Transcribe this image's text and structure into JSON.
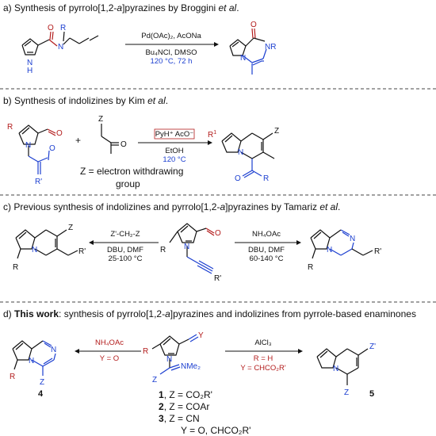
{
  "sections": {
    "a_prefix": "a) Synthesis of pyrrolo[1,2-",
    "a_italic": "a",
    "a_mid": "]pyrazines by Broggini ",
    "a_etal": "et al",
    "a_end": ".",
    "b_prefix": "b) Synthesis of indolizines by Kim ",
    "b_etal": "et al",
    "b_end": ".",
    "c_prefix": "c) Previous synthesis of indolizines and pyrrolo[1,2-",
    "c_italic": "a",
    "c_mid": "]pyrazines by Tamariz ",
    "c_etal": "et al",
    "c_end": ".",
    "d_prefix": "d) ",
    "d_bold": "This work",
    "d_rest": ": synthesis of pyrrolo[1,2-",
    "d_italic": "a",
    "d_end": "]pyrazines and indolizines from pyrrole-based enaminones"
  },
  "conditions": {
    "a_reagent": "Pd(OAc)₂, AcONa",
    "a_solvent": "Bu₄NCl, DMSO",
    "a_temp": "120 °C, 72 h",
    "b_reagent": "PyH⁺ AcO⁻",
    "b_solvent": "EtOH",
    "b_temp": "120 °C",
    "c_left_reagent": "Z'-CH₂-Z",
    "c_left_solvent": "DBU, DMF",
    "c_left_temp": "25-100 °C",
    "c_right_reagent": "NH₄OAc",
    "c_right_solvent": "DBU, DMF",
    "c_right_temp": "60-140 °C",
    "d_left_reagent": "NH₄OAc",
    "d_left_note": "Y = O",
    "d_right_reagent": "AlCl₃",
    "d_right_note1": "R = H",
    "d_right_note2": "Y = CHCO₂R'"
  },
  "labels": {
    "plus": "+",
    "z_def1": "Z = electron withdrawing",
    "z_def2": "group",
    "cmpd4": "4",
    "cmpd5": "5",
    "list1_num": "1",
    "list1_text": ", Z = CO₂R'",
    "list2_num": "2",
    "list2_text": ", Z = COAr",
    "list3_num": "3",
    "list3_text": ", Z = CN",
    "list4_text": "Y = O, CHCO₂R'"
  },
  "atoms": {
    "N": "N",
    "H": "H",
    "O": "O",
    "R": "R",
    "R1": "R",
    "R1_sup": "1",
    "Rp": "R'",
    "NR": "NR",
    "Z": "Z",
    "Zp": "Z'",
    "Y": "Y",
    "NMe2": "NMe₂"
  },
  "colors": {
    "blue": "#1c3fd0",
    "red": "#b31c1c",
    "black": "#111111"
  }
}
